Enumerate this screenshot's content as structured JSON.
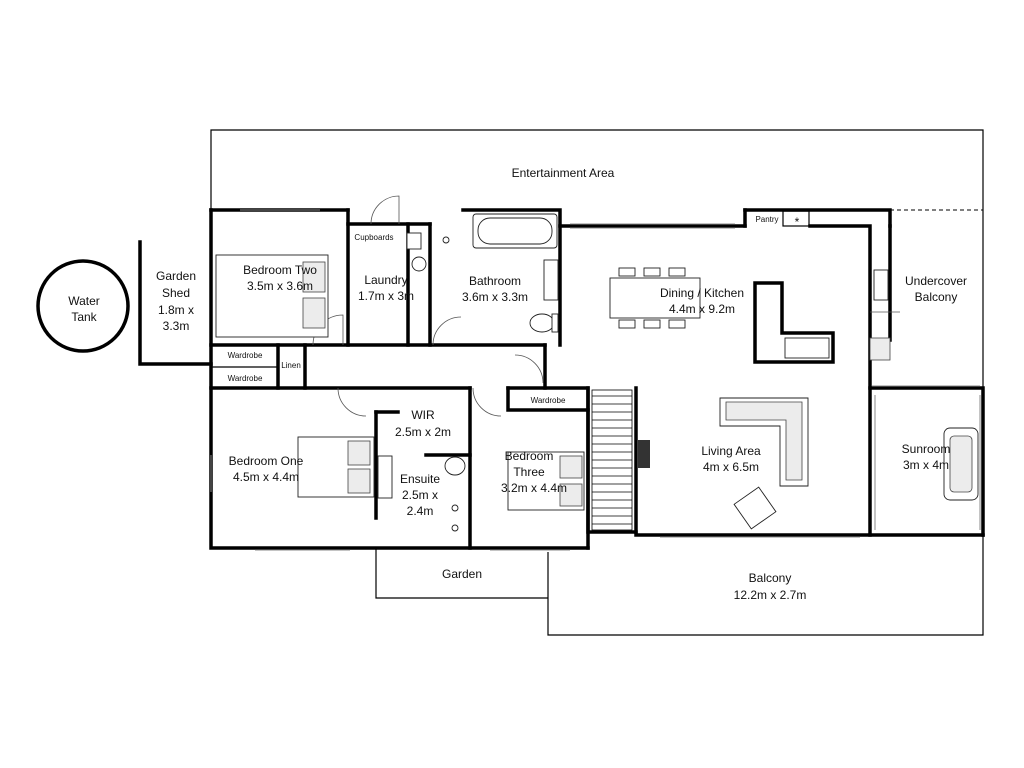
{
  "rooms": {
    "entertainment": "Entertainment Area",
    "water_tank": [
      "Water",
      "Tank"
    ],
    "garden_shed": [
      "Garden",
      "Shed",
      "1.8m x",
      "3.3m"
    ],
    "bedroom_two": [
      "Bedroom Two",
      "3.5m x 3.6m"
    ],
    "cupboards": "Cupboards",
    "laundry": [
      "Laundry",
      "1.7m x 3m"
    ],
    "bathroom": [
      "Bathroom",
      "3.6m x 3.3m"
    ],
    "pantry": "Pantry",
    "dining_kitchen": [
      "Dining / Kitchen",
      "4.4m x 9.2m"
    ],
    "undercover_balcony": [
      "Undercover",
      "Balcony"
    ],
    "wardrobe_top": "Wardrobe",
    "wardrobe_bottom": "Wardrobe",
    "linen": "Linen",
    "wir": [
      "WIR",
      "2.5m x 2m"
    ],
    "wardrobe_bed3": "Wardrobe",
    "bedroom_one": [
      "Bedroom One",
      "4.5m x 4.4m"
    ],
    "ensuite": [
      "Ensuite",
      "2.5m x",
      "2.4m"
    ],
    "bedroom_three": [
      "Bedroom",
      "Three",
      "3.2m x 4.4m"
    ],
    "living_area": [
      "Living Area",
      "4m x 6.5m"
    ],
    "sunroom": [
      "Sunroom",
      "3m x 4m"
    ],
    "garden": "Garden",
    "balcony": [
      "Balcony",
      "12.2m x 2.7m"
    ]
  }
}
